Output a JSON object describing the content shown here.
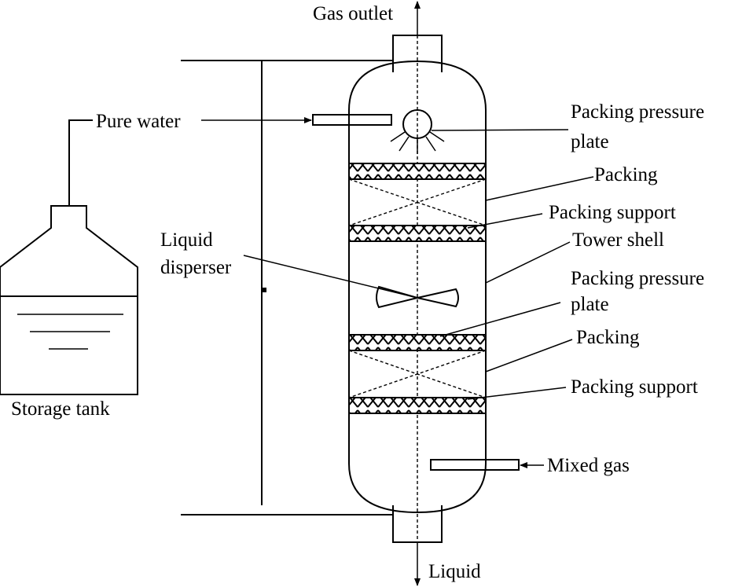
{
  "labels": {
    "gas_outlet": "Gas outlet",
    "pure_water": "Pure water",
    "pressure_plate_top_1": "Packing pressure",
    "pressure_plate_top_2": "plate",
    "packing_top": "Packing",
    "packing_support_top": "Packing support",
    "liquid_disperser_1": "Liquid",
    "liquid_disperser_2": "disperser",
    "tower_shell": "Tower shell",
    "pressure_plate_bottom_1": "Packing pressure",
    "pressure_plate_bottom_2": "plate",
    "packing_bottom": "Packing",
    "packing_support_bottom": "Packing support",
    "storage_tank": "Storage tank",
    "mixed_gas": "Mixed gas",
    "liquid": "Liquid"
  }
}
